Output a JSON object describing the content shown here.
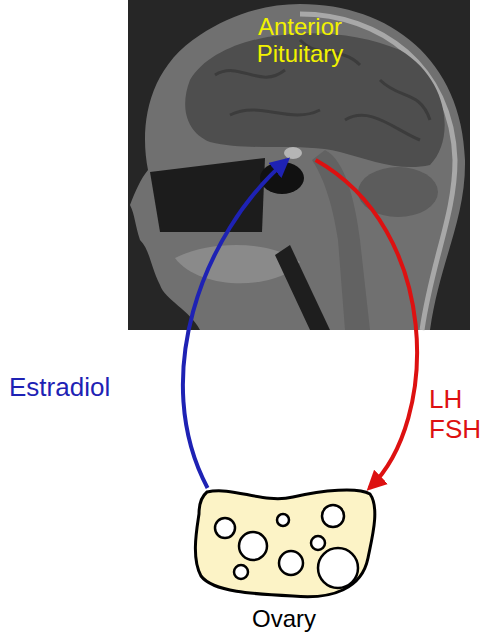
{
  "diagram": {
    "nodes": [
      {
        "text": [
          "Anterior Pituitary"
        ]
      },
      {
        "text": [
          "Ovary"
        ]
      }
    ],
    "edges": [
      {
        "from": 1,
        "to": 0,
        "label": "Estradiol",
        "arrow": "to"
      },
      {
        "from": 0,
        "to": 1,
        "label": "LH FSH",
        "arrow": "to"
      }
    ]
  }
}
